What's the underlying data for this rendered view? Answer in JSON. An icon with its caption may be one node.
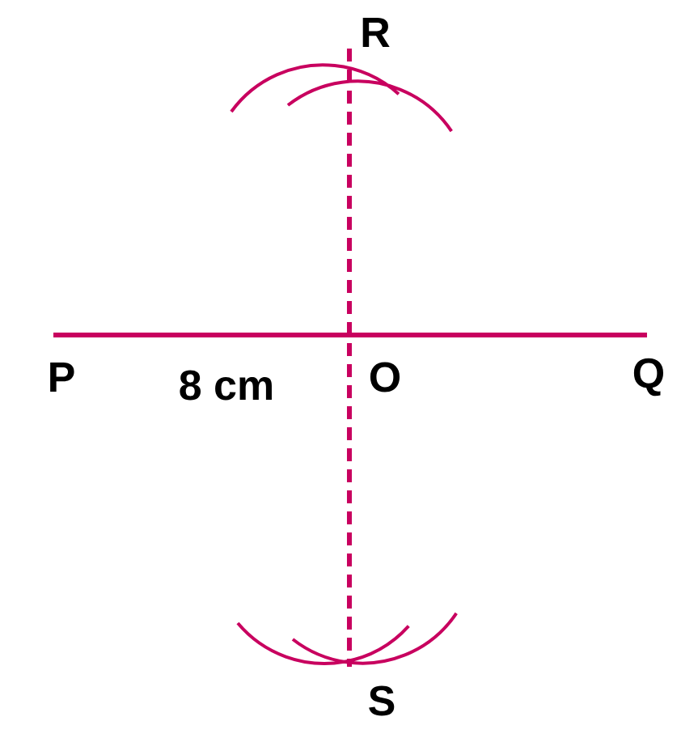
{
  "diagram": {
    "nodes": [
      {
        "text": [
          "R"
        ]
      },
      {
        "text": [
          "P"
        ]
      },
      {
        "text": [
          "Q"
        ]
      },
      {
        "text": [
          "S"
        ]
      }
    ],
    "edges": [
      {
        "from": 1,
        "to": 2,
        "arrow": "none"
      },
      {
        "from": 0,
        "to": 3,
        "arrow": "none",
        "style": "dashed"
      }
    ],
    "labels": [
      "O",
      "8 cm"
    ]
  }
}
